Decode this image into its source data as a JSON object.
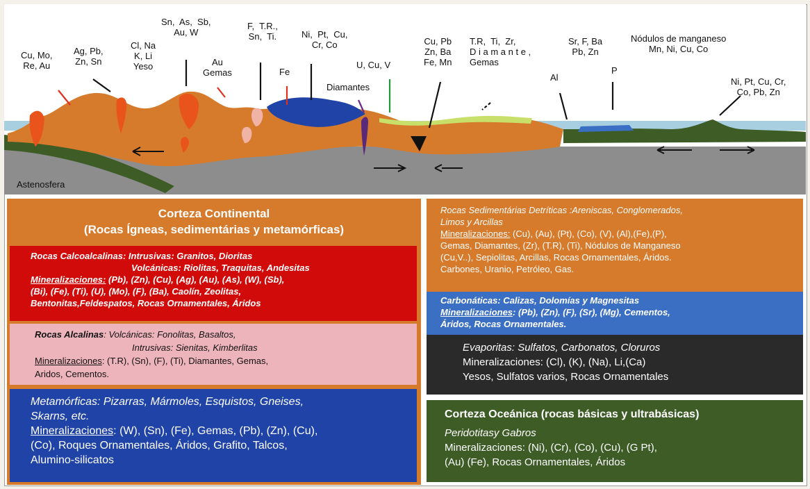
{
  "diagram": {
    "astenosfera": "Astenosfera",
    "labels": {
      "cu_mo": "Cu, Mo,\nRe, Au",
      "ag_pb": "Ag, Pb,\nZn, Sn",
      "cl_na": "Cl, Na\nK, Li\nYeso",
      "sn_as": "Sn,  As,  Sb,\nAu, W",
      "au_gemas": "Au\nGemas",
      "f_tr": "F,  T.R.,\nSn,  Ti.",
      "fe": "Fe",
      "ni_pt": "Ni,  Pt,  Cu,\nCr, Co",
      "diamantes": "Diamantes",
      "u_cu_v": "U, Cu, V",
      "cu_pb": "Cu, Pb\nZn, Ba\nFe, Mn",
      "tr_ti": "T.R,  Ti,  Zr,\nD i a m a n t e ,\nGemas",
      "al": "Al",
      "sr_f": "Sr, F, Ba\nPb, Zn",
      "p": "P",
      "nodulos": "Nódulos de manganeso\nMn, Ni, Cu, Co",
      "ni_pt_cu_cr": "Ni, Pt, Cu, Cr,\nCo, Pb, Zn"
    }
  },
  "colors": {
    "continental": "#d67a2c",
    "calcoalcalinas": "#d10a0a",
    "alcalinas": "#eeb4bb",
    "metamorficas": "#1f43a6",
    "sedimentarias": "#d67a2c",
    "carbonaticas": "#3a6fc4",
    "evaporitas": "#2a2a2a",
    "oceanica": "#3d5c26",
    "astenosfera": "#8d8d8d"
  },
  "continental": {
    "title": "Corteza Continental",
    "subtitle": "(Rocas Ígneas,  sedimentárias y metamórficas)"
  },
  "calcoalcalinas": {
    "line1": "Rocas Calcoalcalinas: Intrusivas: Granitos, Dioritas",
    "line2": "Volcánicas: Riolitas, Traquitas, Andesitas",
    "min_label": "Mineralizaciones:",
    "line3_rest": " (Pb),  (Zn),  (Cu),  (Ag),  (Au),  (As),  (W),  (Sb),",
    "line4": "(Bi), (Fe), (Ti), (U), (Mo), (F), (Ba), Caolín, Zeolitas,",
    "line5": "Bentonitas,Feldespatos, Rocas Ornamentales, Áridos"
  },
  "alcalinas": {
    "line1_bold": "Rocas Alcalinas",
    "line1_rest": ": Volcánicas: Fonolitas,  Basaltos,",
    "line2": "Intrusivas: Sienitas, Kimberlitas",
    "min_label": "Mineralizaciones",
    "line3_rest": ": (T.R), (Sn), (F), (Ti), Diamantes, Gemas,",
    "line4": "Aridos, Cementos."
  },
  "metamorficas": {
    "line1": "Metamórficas: Pizarras, Mármoles, Esquistos, Gneises,",
    "line2": "Skarns, etc.",
    "min_label": "Mineralizaciones",
    "line3_rest": ": (W),  (Sn),  (Fe), Gemas, (Pb), (Zn), (Cu),",
    "line4": "(Co), Roques Ornamentales, Áridos, Grafito, Talcos,",
    "line5": "Alumino-silicatos"
  },
  "sedimentarias": {
    "line1": "Rocas Sedimentárias Detríticas :Areniscas, Conglomerados,",
    "line2": "Limos y Arcillas",
    "min_label": "Mineralizaciones:",
    "line3_rest": "  (Cu),  (Au),  (Pt),  (Co),  (V),  (Al),(Fe),(P),",
    "line4": "Gemas, Diamantes,  (Zr), (T.R), (Ti), Nódulos de Manganeso",
    "line5": "(Cu,V..), Sepiolitas, Arcillas, Rocas Ornamentales, Áridos.",
    "line6": "Carbones, Uranio, Petróleo, Gas."
  },
  "carbonaticas": {
    "line1": "Carbonáticas: Calizas, Dolomías y Magnesitas",
    "min_label": "Mineralizaciones",
    "line2_rest": ": (Pb), (Zn), (F),  (Sr), (Mg), Cementos,",
    "line3": "Áridos, Rocas Ornamentales."
  },
  "evaporitas": {
    "line1": "Evaporitas: Sulfatos, Carbonatos, Cloruros",
    "line2": "Mineralizaciones:  (Cl), (K), (Na), Li,(Ca)",
    "line3": "Yesos, Sulfatos varios, Rocas Ornamentales"
  },
  "oceanica": {
    "title": "Corteza Oceánica (rocas básicas y ultrabásicas)",
    "line1": "Peridotitasy Gabros",
    "line2": "Mineralizaciones: (Ni),  (Cr),  (Co), (Cu), (G Pt),",
    "line3": "(Au) (Fe), Rocas Ornamentales, Áridos"
  }
}
